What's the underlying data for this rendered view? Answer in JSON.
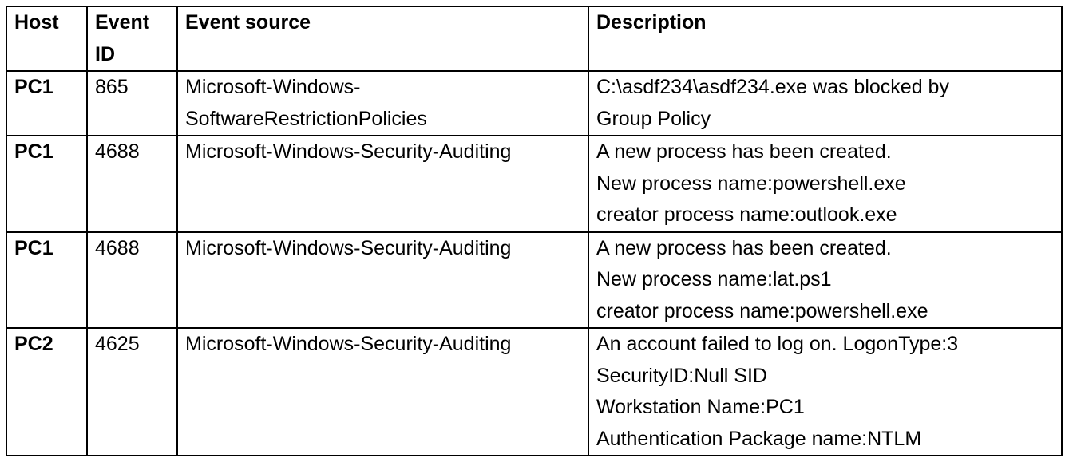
{
  "table": {
    "headers": {
      "host": "Host",
      "event_id": "Event\nID",
      "event_source": "Event source",
      "description": "Description"
    },
    "rows": [
      {
        "host": "PC1",
        "event_id": "865",
        "event_source": "Microsoft-Windows-\nSoftwareRestrictionPolicies",
        "description": "C:\\asdf234\\asdf234.exe was blocked by\nGroup Policy"
      },
      {
        "host": "PC1",
        "event_id": "4688",
        "event_source": "Microsoft-Windows-Security-Auditing",
        "description": "A new process has been created.\nNew process name:powershell.exe\ncreator process name:outlook.exe"
      },
      {
        "host": "PC1",
        "event_id": "4688",
        "event_source": "Microsoft-Windows-Security-Auditing",
        "description": "A new process has been created.\nNew process name:lat.ps1\ncreator process name:powershell.exe"
      },
      {
        "host": "PC2",
        "event_id": "4625",
        "event_source": "Microsoft-Windows-Security-Auditing",
        "description": "An account failed to log on. LogonType:3\nSecurityID:Null SID\nWorkstation Name:PC1\nAuthentication Package name:NTLM"
      }
    ]
  }
}
